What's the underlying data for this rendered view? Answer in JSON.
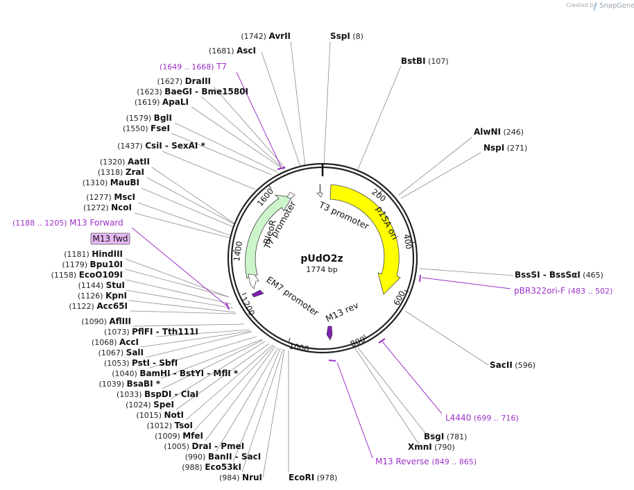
{
  "credit": {
    "prefix": "Created by",
    "brand": "SnapGene"
  },
  "plasmid": {
    "name": "pUdO2z",
    "size_label": "1774 bp",
    "length": 1774
  },
  "ring_ticks": [
    "200",
    "400",
    "600",
    "800",
    "1000",
    "1200",
    "1400",
    "1600"
  ],
  "features": [
    {
      "label": "p15A ori",
      "color": "#ffff00"
    },
    {
      "label": "BleoR",
      "color": "#ccf5cc"
    },
    {
      "label": "T3 promoter",
      "color": "#ffffff"
    },
    {
      "label": "T7 promoter",
      "color": "#ffffff"
    },
    {
      "label": "EM7 promoter",
      "color": "#ffffff"
    },
    {
      "label": "M13 rev",
      "color": "#7d1fb0"
    },
    {
      "label": "M13 fwd",
      "color": "#7d1fb0"
    }
  ],
  "m13fwd_badge": "M13 fwd",
  "enzymes": [
    {
      "pos": "(1742)",
      "name": "AvrII",
      "extra": ""
    },
    {
      "pos": "(8)",
      "name": "SspI",
      "extra": ""
    },
    {
      "pos": "(1681)",
      "name": "AscI",
      "extra": ""
    },
    {
      "pos": "(107)",
      "name": "BstBI",
      "extra": ""
    },
    {
      "pos": "(1627)",
      "name": "DraIII",
      "extra": ""
    },
    {
      "pos": "(1623)",
      "name": "BaeGI",
      "extra": "- Bme1580I"
    },
    {
      "pos": "(1619)",
      "name": "ApaLI",
      "extra": ""
    },
    {
      "pos": "(1579)",
      "name": "BglI",
      "extra": ""
    },
    {
      "pos": "(1550)",
      "name": "FseI",
      "extra": ""
    },
    {
      "pos": "(246)",
      "name": "AlwNI",
      "extra": ""
    },
    {
      "pos": "(1437)",
      "name": "CsiI",
      "extra": "- SexAI *"
    },
    {
      "pos": "(271)",
      "name": "NspI",
      "extra": ""
    },
    {
      "pos": "(1320)",
      "name": "AatII",
      "extra": ""
    },
    {
      "pos": "(1318)",
      "name": "ZraI",
      "extra": ""
    },
    {
      "pos": "(1310)",
      "name": "MauBI",
      "extra": ""
    },
    {
      "pos": "(1277)",
      "name": "MscI",
      "extra": ""
    },
    {
      "pos": "(1272)",
      "name": "NcoI",
      "extra": ""
    },
    {
      "pos": "(1181)",
      "name": "HindIII",
      "extra": ""
    },
    {
      "pos": "(1179)",
      "name": "Bpu10I",
      "extra": ""
    },
    {
      "pos": "(1158)",
      "name": "EcoO109I",
      "extra": ""
    },
    {
      "pos": "(1144)",
      "name": "StuI",
      "extra": ""
    },
    {
      "pos": "(1126)",
      "name": "KpnI",
      "extra": ""
    },
    {
      "pos": "(1122)",
      "name": "Acc65I",
      "extra": ""
    },
    {
      "pos": "(465)",
      "name": "BssSI",
      "extra": "- BssSαI"
    },
    {
      "pos": "(1090)",
      "name": "AflIII",
      "extra": ""
    },
    {
      "pos": "(1073)",
      "name": "PflFI",
      "extra": "- Tth111I"
    },
    {
      "pos": "(1068)",
      "name": "AccI",
      "extra": ""
    },
    {
      "pos": "(1067)",
      "name": "SalI",
      "extra": ""
    },
    {
      "pos": "(1053)",
      "name": "PstI",
      "extra": "- SbfI"
    },
    {
      "pos": "(1040)",
      "name": "BamHI",
      "extra": "- BstYI - MflI *"
    },
    {
      "pos": "(1039)",
      "name": "BsaBI *",
      "extra": ""
    },
    {
      "pos": "(596)",
      "name": "SacII",
      "extra": ""
    },
    {
      "pos": "(1033)",
      "name": "BspDI",
      "extra": "- ClaI"
    },
    {
      "pos": "(1024)",
      "name": "SpeI",
      "extra": ""
    },
    {
      "pos": "(1015)",
      "name": "NotI",
      "extra": ""
    },
    {
      "pos": "(1012)",
      "name": "TsoI",
      "extra": ""
    },
    {
      "pos": "(1009)",
      "name": "MfeI",
      "extra": ""
    },
    {
      "pos": "(1005)",
      "name": "DraI",
      "extra": "- PmeI"
    },
    {
      "pos": "(990)",
      "name": "BanII",
      "extra": "- SacI"
    },
    {
      "pos": "(988)",
      "name": "Eco53kI",
      "extra": ""
    },
    {
      "pos": "(984)",
      "name": "NruI",
      "extra": ""
    },
    {
      "pos": "(978)",
      "name": "EcoRI",
      "extra": ""
    },
    {
      "pos": "(781)",
      "name": "BsgI",
      "extra": ""
    },
    {
      "pos": "(790)",
      "name": "XmnI",
      "extra": ""
    }
  ],
  "primers": [
    {
      "range": "(1649 .. 1668)",
      "name": "T7"
    },
    {
      "range": "(1188 .. 1205)",
      "name": "M13 Forward"
    },
    {
      "range": "(483 .. 502)",
      "name": "pBR322ori-F"
    },
    {
      "range": "(699 .. 716)",
      "name": "L4440"
    },
    {
      "range": "(849 .. 865)",
      "name": "M13 Reverse"
    }
  ]
}
